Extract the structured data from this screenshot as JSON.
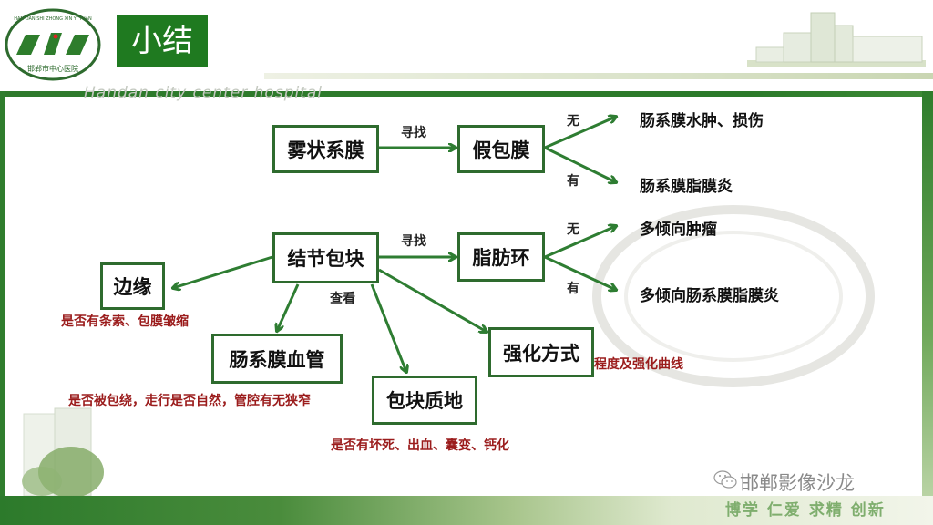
{
  "header": {
    "title": "小结",
    "hospital_en": "Handan city center hospital",
    "logo_text_cn": "邯郸市中心医院",
    "logo_text_pinyin": "HAN DAN SHI ZHONG XIN YI YUAN"
  },
  "diagram": {
    "nodes": {
      "misty_mesentery": "雾状系膜",
      "pseudocapsule": "假包膜",
      "nodular_mass": "结节包块",
      "fat_ring": "脂肪环",
      "margin": "边缘",
      "mesenteric_vessels": "肠系膜血管",
      "mass_texture": "包块质地",
      "enhancement": "强化方式"
    },
    "edge_labels": {
      "find_1": "寻找",
      "find_2": "寻找",
      "check": "查看",
      "no_1": "无",
      "yes_1": "有",
      "no_2": "无",
      "yes_2": "有"
    },
    "results": {
      "edema_injury": "肠系膜水肿、损伤",
      "panniculitis": "肠系膜脂膜炎",
      "tumor": "多倾向肿瘤",
      "tend_panniculitis": "多倾向肠系膜脂膜炎"
    },
    "notes": {
      "margin_note": "是否有条索、包膜皱缩",
      "vessels_note": "是否被包绕，走行是否自然，管腔有无狭窄",
      "texture_note": "是否有坏死、出血、囊变、钙化",
      "enhancement_note": "程度及强化曲线"
    }
  },
  "footer": {
    "brand": "邯郸影像沙龙",
    "motto": "博学 仁爱 求精 创新"
  },
  "colors": {
    "accent_green": "#1f7a20",
    "box_border": "#2e6b2e",
    "arrow": "#2e7d32",
    "note_red": "#9b1c1c"
  }
}
